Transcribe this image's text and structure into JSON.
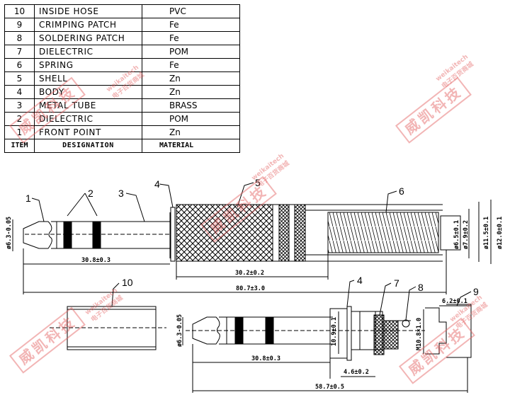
{
  "parts_table": {
    "rows": [
      {
        "item": "10",
        "designation": "INSIDE HOSE",
        "material": "PVC"
      },
      {
        "item": "9",
        "designation": "CRIMPING PATCH",
        "material": "Fe"
      },
      {
        "item": "8",
        "designation": "SOLDERING PATCH",
        "material": "Fe"
      },
      {
        "item": "7",
        "designation": "DIELECTRIC",
        "material": "POM"
      },
      {
        "item": "6",
        "designation": "SPRING",
        "material": "Fe"
      },
      {
        "item": "5",
        "designation": "SHELL",
        "material": "Zn"
      },
      {
        "item": "4",
        "designation": "BODY",
        "material": "Zn"
      },
      {
        "item": "3",
        "designation": "METAL TUBE",
        "material": "BRASS"
      },
      {
        "item": "2",
        "designation": "DIELECTRIC",
        "material": "POM"
      },
      {
        "item": "1",
        "designation": "FRONT POINT",
        "material": "Zn"
      }
    ],
    "header": {
      "item": "ITEM",
      "designation": "DESIGNATION",
      "material": "MATERIAL"
    }
  },
  "callouts": {
    "c1": "1",
    "c2": "2",
    "c3": "3",
    "c4a": "4",
    "c5": "5",
    "c6": "6",
    "c10": "10",
    "c4b": "4",
    "c7": "7",
    "c8": "8",
    "c9": "9"
  },
  "dimensions": {
    "tip_dia_top": "ø6.3-0.05",
    "tip_len_top": "30.8±0.3",
    "shell_len": "30.2±0.2",
    "overall_len_top": "80.7±3.0",
    "spring_dia": "ø6.5±0.1",
    "d_79": "ø7.9±0.2",
    "d_115": "ø11.5±0.1",
    "d_120": "ø12.0±0.1",
    "tip_dia_bottom": "ø6.3-0.05",
    "flange_dia": "10.9±0.1",
    "tip_len_bottom": "30.8±0.3",
    "flange_len": "4.6±0.2",
    "thread": "M10.8×1.0",
    "crimp_len": "6.2±0.1",
    "overall_len_bottom": "58.7±0.5"
  },
  "watermark": {
    "cn": "威凯科技",
    "en": "weikaitech",
    "cn2": "电子百货商城"
  },
  "colors": {
    "line": "#000000",
    "watermark": "#e25c5c"
  }
}
